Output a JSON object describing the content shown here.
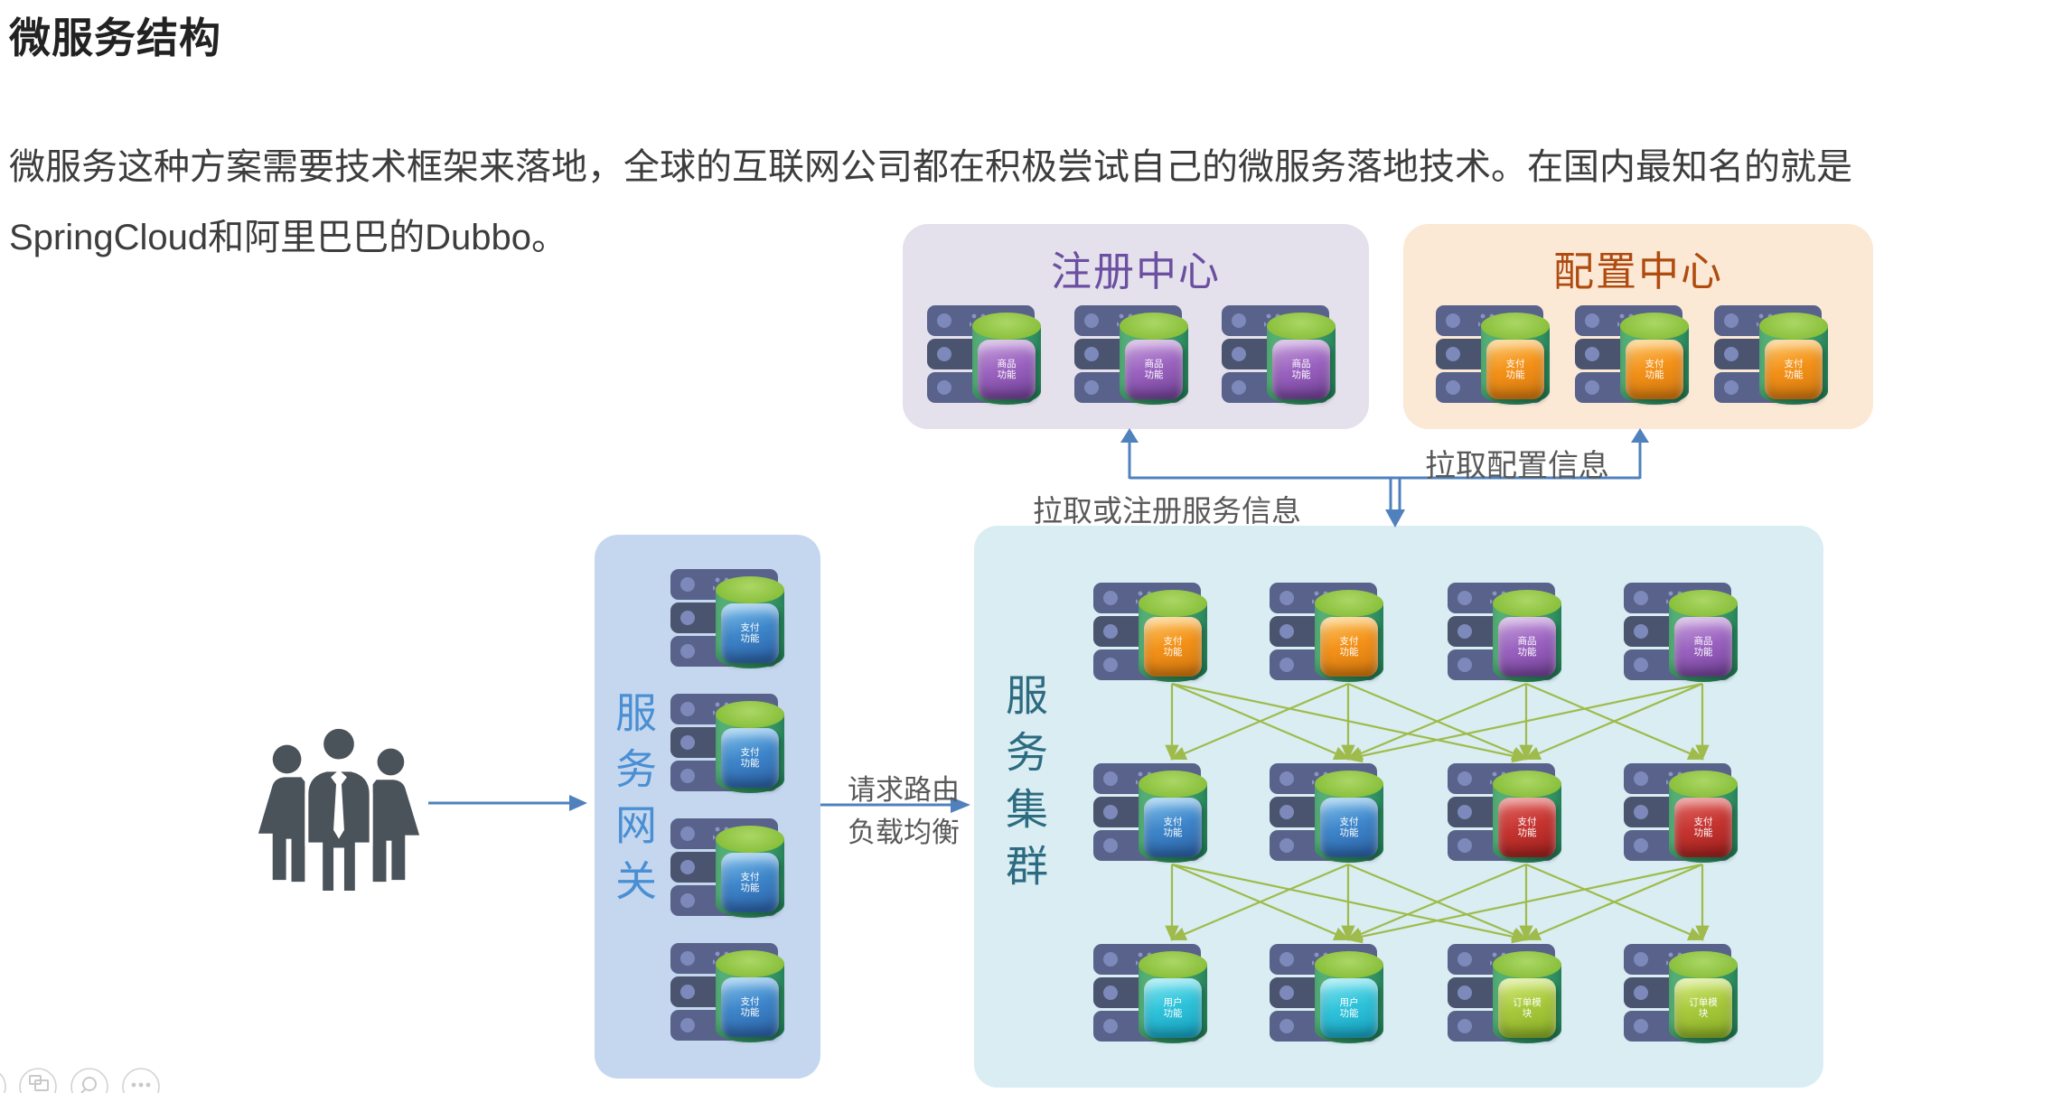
{
  "page": {
    "title": "微服务结构",
    "body_line1": "微服务这种方案需要技术框架来落地，全球的互联网公司都在积极尝试自己的微服务落地技术。在国内最知名的就是",
    "body_line2": "SpringCloud和阿里巴巴的Dubbo。"
  },
  "labels": {
    "pull_config": "拉取配置信息",
    "pull_register": "拉取或注册服务信息",
    "route": "请求路由",
    "balance": "负载均衡"
  },
  "arrows": {
    "blue": "#4f81bd",
    "green": "#9fbb4b"
  },
  "panels": {
    "registry": {
      "title": "注册中心",
      "bg": "#e4e0ec",
      "title_color": "#6b4fa0",
      "servers": [
        {
          "cube": "purple",
          "label": "product"
        },
        {
          "cube": "purple",
          "label": "product"
        },
        {
          "cube": "purple",
          "label": "product"
        }
      ]
    },
    "config": {
      "title": "配置中心",
      "bg": "#fbe8d5",
      "title_color": "#b04b10",
      "servers": [
        {
          "cube": "orange",
          "label": "pay"
        },
        {
          "cube": "orange",
          "label": "pay"
        },
        {
          "cube": "orange",
          "label": "pay"
        }
      ]
    },
    "gateway": {
      "title": "服务网关",
      "bg": "#c4d7ef",
      "title_color": "#4a8fd3",
      "servers": [
        {
          "cube": "blue",
          "label": "pay"
        },
        {
          "cube": "blue",
          "label": "pay"
        },
        {
          "cube": "blue",
          "label": "pay"
        },
        {
          "cube": "blue",
          "label": "pay"
        }
      ]
    },
    "cluster": {
      "title": "服务集群",
      "bg": "#d9edf3",
      "title_color": "#2d6b80",
      "servers": [
        {
          "cube": "orange",
          "label": "pay"
        },
        {
          "cube": "orange",
          "label": "pay"
        },
        {
          "cube": "purple",
          "label": "product"
        },
        {
          "cube": "purple",
          "label": "product"
        },
        {
          "cube": "blue",
          "label": "pay"
        },
        {
          "cube": "blue",
          "label": "pay"
        },
        {
          "cube": "red",
          "label": "pay"
        },
        {
          "cube": "red",
          "label": "pay"
        },
        {
          "cube": "cyan",
          "label": "user"
        },
        {
          "cube": "cyan",
          "label": "user"
        },
        {
          "cube": "yellowgreen",
          "label": "order"
        },
        {
          "cube": "yellowgreen",
          "label": "order"
        }
      ]
    }
  },
  "cube_text": {
    "pay": [
      "支付",
      "功能"
    ],
    "product": [
      "商品",
      "功能"
    ],
    "user": [
      "用户",
      "功能"
    ],
    "order": [
      "订单模",
      "块"
    ]
  },
  "cube_colors": {
    "purple": {
      "light": "#c9a3dd",
      "base": "#9b63c0",
      "dark": "#703f96"
    },
    "orange": {
      "light": "#fdc96a",
      "base": "#f39119",
      "dark": "#d3770d"
    },
    "blue": {
      "light": "#85c4ee",
      "base": "#3e86ca",
      "dark": "#2a5fa5"
    },
    "red": {
      "light": "#e26b66",
      "base": "#c63531",
      "dark": "#9e1f1c"
    },
    "cyan": {
      "light": "#8ae8f2",
      "base": "#2fc3da",
      "dark": "#149fbe"
    },
    "yellowgreen": {
      "light": "#d9ec83",
      "base": "#a8c93c",
      "dark": "#89ad25"
    }
  },
  "mesh": {
    "gap1": [
      [
        0,
        0
      ],
      [
        0,
        1
      ],
      [
        0,
        2
      ],
      [
        1,
        0
      ],
      [
        1,
        1
      ],
      [
        1,
        2
      ],
      [
        2,
        1
      ],
      [
        2,
        2
      ],
      [
        2,
        3
      ],
      [
        3,
        1
      ],
      [
        3,
        2
      ],
      [
        3,
        3
      ]
    ],
    "gap2": [
      [
        0,
        0
      ],
      [
        0,
        1
      ],
      [
        0,
        2
      ],
      [
        1,
        0
      ],
      [
        1,
        1
      ],
      [
        1,
        2
      ],
      [
        2,
        1
      ],
      [
        2,
        2
      ],
      [
        2,
        3
      ],
      [
        3,
        1
      ],
      [
        3,
        2
      ],
      [
        3,
        3
      ]
    ]
  },
  "toolbar": {
    "icons": [
      "partial-icon",
      "slides-icon",
      "zoom-icon",
      "more-icon"
    ]
  }
}
